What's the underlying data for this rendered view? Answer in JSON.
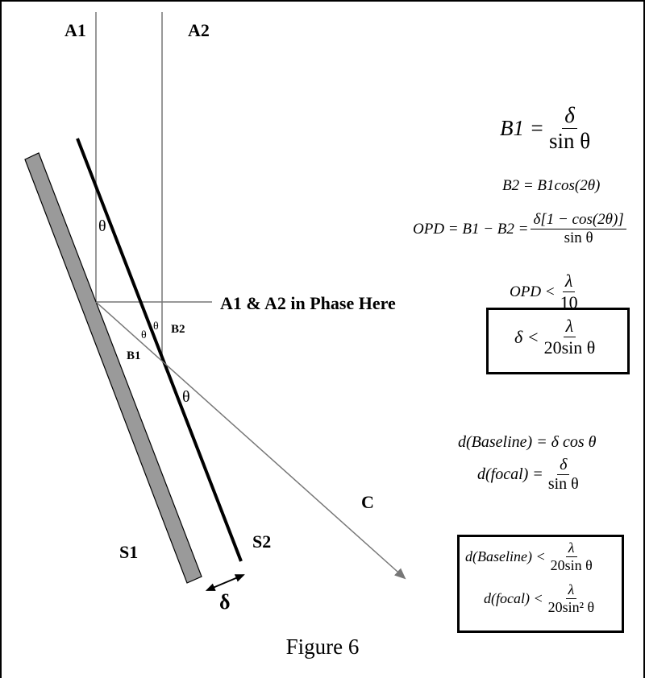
{
  "labels": {
    "a1": "A1",
    "a2": "A2",
    "phase": "A1 & A2 in Phase Here",
    "b1": "B1",
    "b2": "B2",
    "s1": "S1",
    "s2": "S2",
    "c": "C",
    "delta": "δ",
    "theta": "θ"
  },
  "equations": {
    "b1_lhs": "B1 =",
    "b1_num": "δ",
    "b1_den": "sin θ",
    "b2": "B2 = B1cos(2θ)",
    "opd_lhs": "OPD = B1 − B2 =",
    "opd_num": "δ[1 − cos(2θ)]",
    "opd_den": "sin θ",
    "opd_lt_lhs": "OPD <",
    "opd_lt_num": "λ",
    "opd_lt_den": "10",
    "delta_lt_lhs": "δ <",
    "delta_lt_num": "λ",
    "delta_lt_den": "20sin θ",
    "baseline": "d(Baseline) = δ cos θ",
    "focal_lhs": "d(focal) =",
    "focal_num": "δ",
    "focal_den": "sin θ",
    "box_baseline_lhs": "d(Baseline) <",
    "box_baseline_num": "λ",
    "box_baseline_den": "20sin θ",
    "box_focal_lhs": "d(focal) <",
    "box_focal_num": "λ",
    "box_focal_den": "20sin² θ"
  },
  "caption": "Figure 6"
}
